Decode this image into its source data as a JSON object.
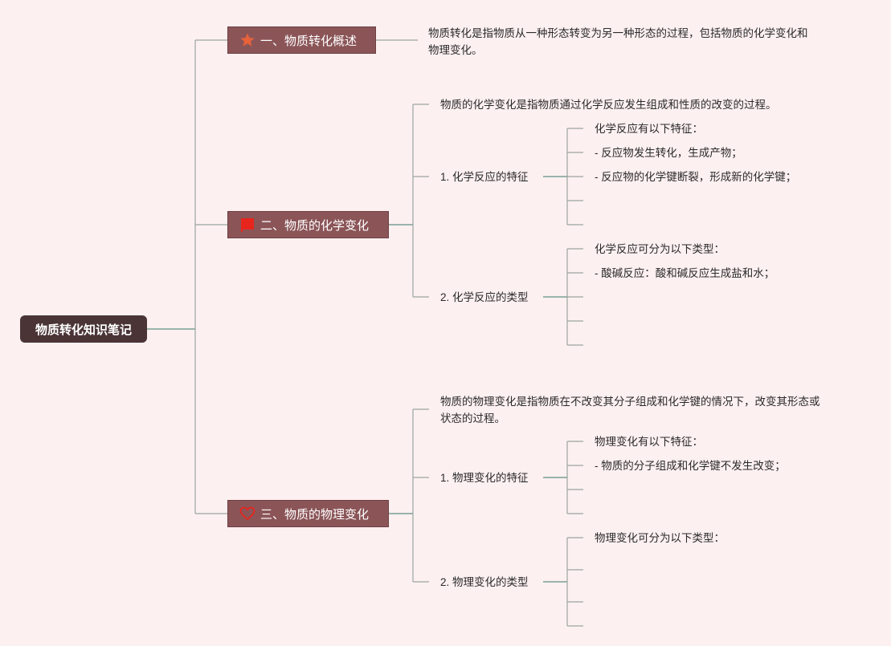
{
  "root": "物质转化知识笔记",
  "branches": [
    {
      "label": "一、物质转化概述",
      "icon": "star-icon",
      "color": "#e8623a"
    },
    {
      "label": "二、物质的化学变化",
      "icon": "flag-icon",
      "color": "#e8251c"
    },
    {
      "label": "三、物质的物理变化",
      "icon": "heart-icon",
      "color": "#e8251c"
    }
  ],
  "overview": {
    "text1": "物质转化是指物质从一种形态转变为另一种形态的过程，包括物质的化学变化和",
    "text2": "物理变化。"
  },
  "chemical": {
    "definition": "物质的化学变化是指物质通过化学反应发生组成和性质的改变的过程。",
    "features": {
      "label": "1. 化学反应的特征",
      "items": [
        "化学反应有以下特征：",
        "- 反应物发生转化，生成产物；",
        "- 反应物的化学键断裂，形成新的化学键；",
        "",
        ""
      ]
    },
    "types": {
      "label": "2. 化学反应的类型",
      "items": [
        "化学反应可分为以下类型：",
        "- 酸碱反应：酸和碱反应生成盐和水；",
        "",
        "",
        ""
      ]
    }
  },
  "physical": {
    "definition1": "物质的物理变化是指物质在不改变其分子组成和化学键的情况下，改变其形态或",
    "definition2": "状态的过程。",
    "features": {
      "label": "1. 物理变化的特征",
      "items": [
        "物理变化有以下特征：",
        "- 物质的分子组成和化学键不发生改变；",
        "",
        ""
      ]
    },
    "types": {
      "label": "2. 物理变化的类型",
      "items": [
        "物理变化可分为以下类型：",
        "",
        "",
        ""
      ]
    }
  }
}
